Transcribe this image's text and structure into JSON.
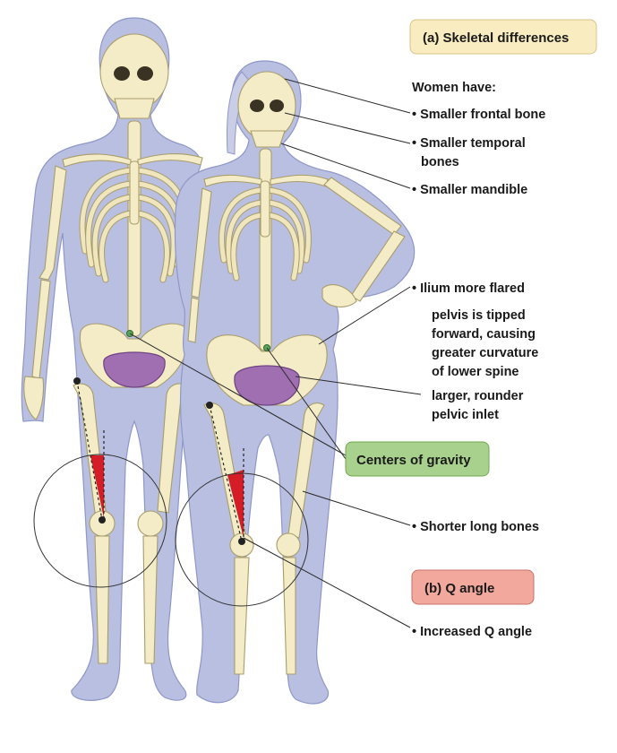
{
  "panel_a": {
    "title": "(a) Skeletal differences",
    "box_color": "#f8ecc0",
    "intro": "Women have:",
    "items": [
      [
        "• Smaller frontal bone"
      ],
      [
        "• Smaller temporal",
        "bones"
      ],
      [
        "• Smaller mandible"
      ],
      [
        "• Ilium more flared"
      ],
      [
        "pelvis is tipped",
        "forward, causing",
        "greater curvature",
        "of lower spine"
      ],
      [
        "larger, rounder",
        "pelvic inlet"
      ]
    ]
  },
  "centers_of_gravity": {
    "label": "Centers of gravity",
    "box_color": "#a9d18e"
  },
  "shorter_long_bones": "• Shorter long bones",
  "panel_b": {
    "title": "(b) Q angle",
    "box_color": "#f2a89c",
    "item": "• Increased Q angle"
  },
  "colors": {
    "body": "#b9bfe0",
    "bone": "#f3ecc7",
    "pelvic_inlet": "#a06fb2",
    "q_angle": "#d41d26"
  }
}
